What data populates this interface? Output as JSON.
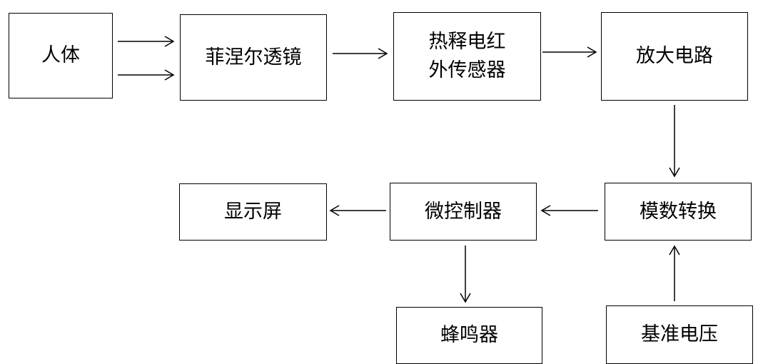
{
  "nodes": {
    "human_body": "人体",
    "fresnel_lens": "菲涅尔透镜",
    "pir_sensor": "热释电红\n外传感器",
    "amplifier": "放大电路",
    "adc": "模数转换",
    "microcontroller": "微控制器",
    "display": "显示屏",
    "buzzer": "蜂鸣器",
    "reference_voltage": "基准电压"
  },
  "edges": [
    {
      "from": "human_body",
      "to": "fresnel_lens",
      "count": 2
    },
    {
      "from": "fresnel_lens",
      "to": "pir_sensor"
    },
    {
      "from": "pir_sensor",
      "to": "amplifier"
    },
    {
      "from": "amplifier",
      "to": "adc"
    },
    {
      "from": "reference_voltage",
      "to": "adc"
    },
    {
      "from": "adc",
      "to": "microcontroller"
    },
    {
      "from": "microcontroller",
      "to": "display"
    },
    {
      "from": "microcontroller",
      "to": "buzzer"
    }
  ]
}
